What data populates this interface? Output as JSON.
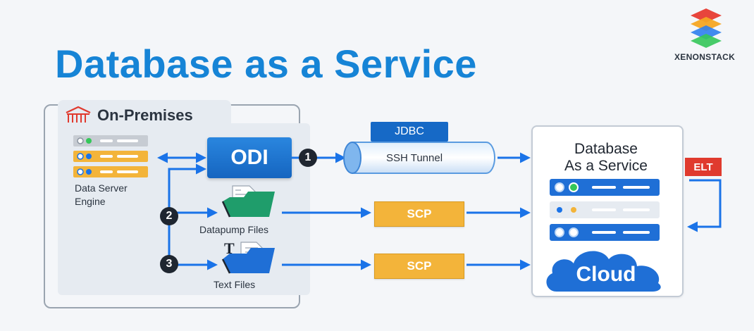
{
  "title": "Database as a Service",
  "brand": {
    "name": "XENONSTACK"
  },
  "on_premises": {
    "title": "On-Premises",
    "server_label_line1": "Data Server",
    "server_label_line2": "Engine",
    "odi_label": "ODI",
    "steps": [
      "1",
      "2",
      "3"
    ],
    "datapump_label": "Datapump Files",
    "textfiles_label": "Text Files",
    "text_icon_glyph": "T"
  },
  "transport": {
    "jdbc_label": "JDBC",
    "tunnel_label": "SSH Tunnel",
    "scp_top_label": "SCP",
    "scp_bottom_label": "SCP"
  },
  "daas": {
    "title_line1": "Database",
    "title_line2": "As a Service",
    "elt_label": "ELT",
    "cloud_label": "Cloud"
  },
  "colors": {
    "title_blue": "#1684d6",
    "odi_blue": "#1565c0",
    "arrow_blue": "#1a73e8",
    "scp_orange": "#f3b43a",
    "elt_red": "#e03a2e",
    "server_gray": "#c7ccd3",
    "server_yellow": "#f3b43a"
  }
}
